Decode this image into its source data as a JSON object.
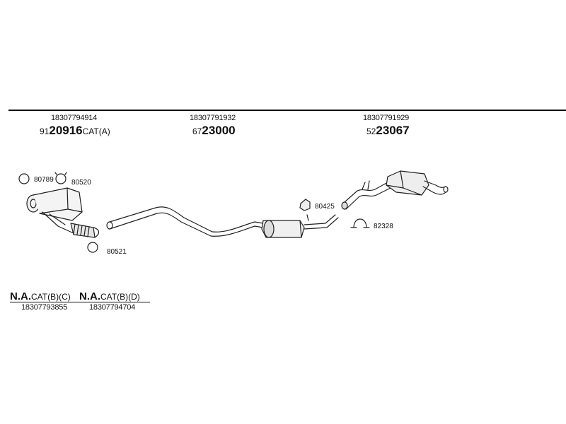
{
  "groups": [
    {
      "part_no": "18307794914",
      "prefix": "91",
      "code": "20916",
      "suffix": "CAT(A)"
    },
    {
      "part_no": "18307791932",
      "prefix": "67",
      "code": "23000",
      "suffix": ""
    },
    {
      "part_no": "18307791929",
      "prefix": "52",
      "code": "23067",
      "suffix": ""
    }
  ],
  "callouts": [
    "80789",
    "80520",
    "80521",
    "80425",
    "82328"
  ],
  "na_items": [
    {
      "code": "N.A.",
      "suffix": "CAT(B)(C)",
      "part_no": "18307793855"
    },
    {
      "code": "N.A.",
      "suffix": "CAT(B)(D)",
      "part_no": "18307794704"
    }
  ]
}
